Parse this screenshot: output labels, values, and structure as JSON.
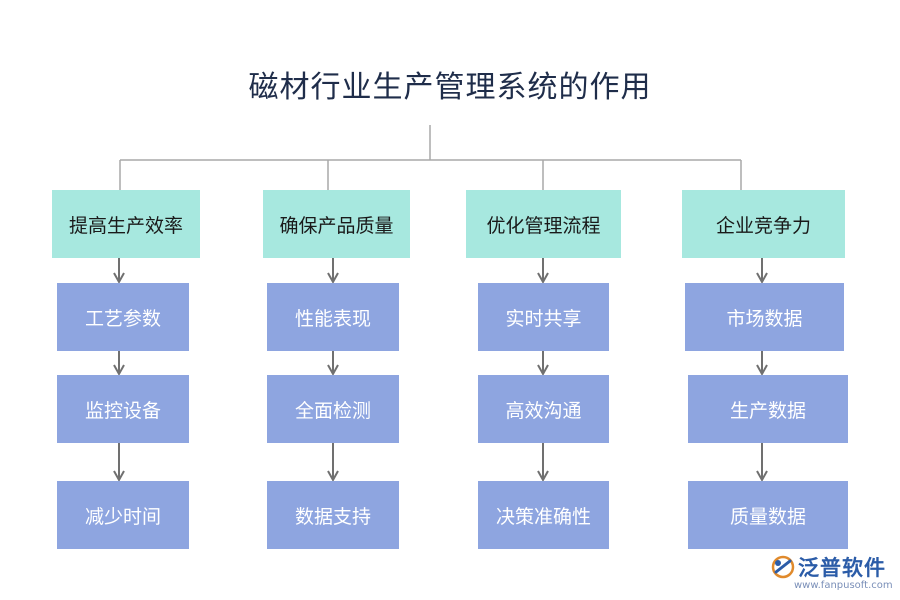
{
  "title": "磁材行业生产管理系统的作用",
  "columns": [
    {
      "header": "提高生产效率",
      "items": [
        "工艺参数",
        "监控设备",
        "减少时间"
      ]
    },
    {
      "header": "确保产品质量",
      "items": [
        "性能表现",
        "全面检测",
        "数据支持"
      ]
    },
    {
      "header": "优化管理流程",
      "items": [
        "实时共享",
        "高效沟通",
        "决策准确性"
      ]
    },
    {
      "header": "企业竞争力",
      "items": [
        "市场数据",
        "生产数据",
        "质量数据"
      ]
    }
  ],
  "logo": {
    "name": "泛普软件",
    "url": "www.fanpusoft.com"
  },
  "colors": {
    "header_fill": "#a7e8df",
    "item_fill": "#8ea5e0",
    "connector": "#a8a8a8",
    "arrow": "#707070"
  }
}
